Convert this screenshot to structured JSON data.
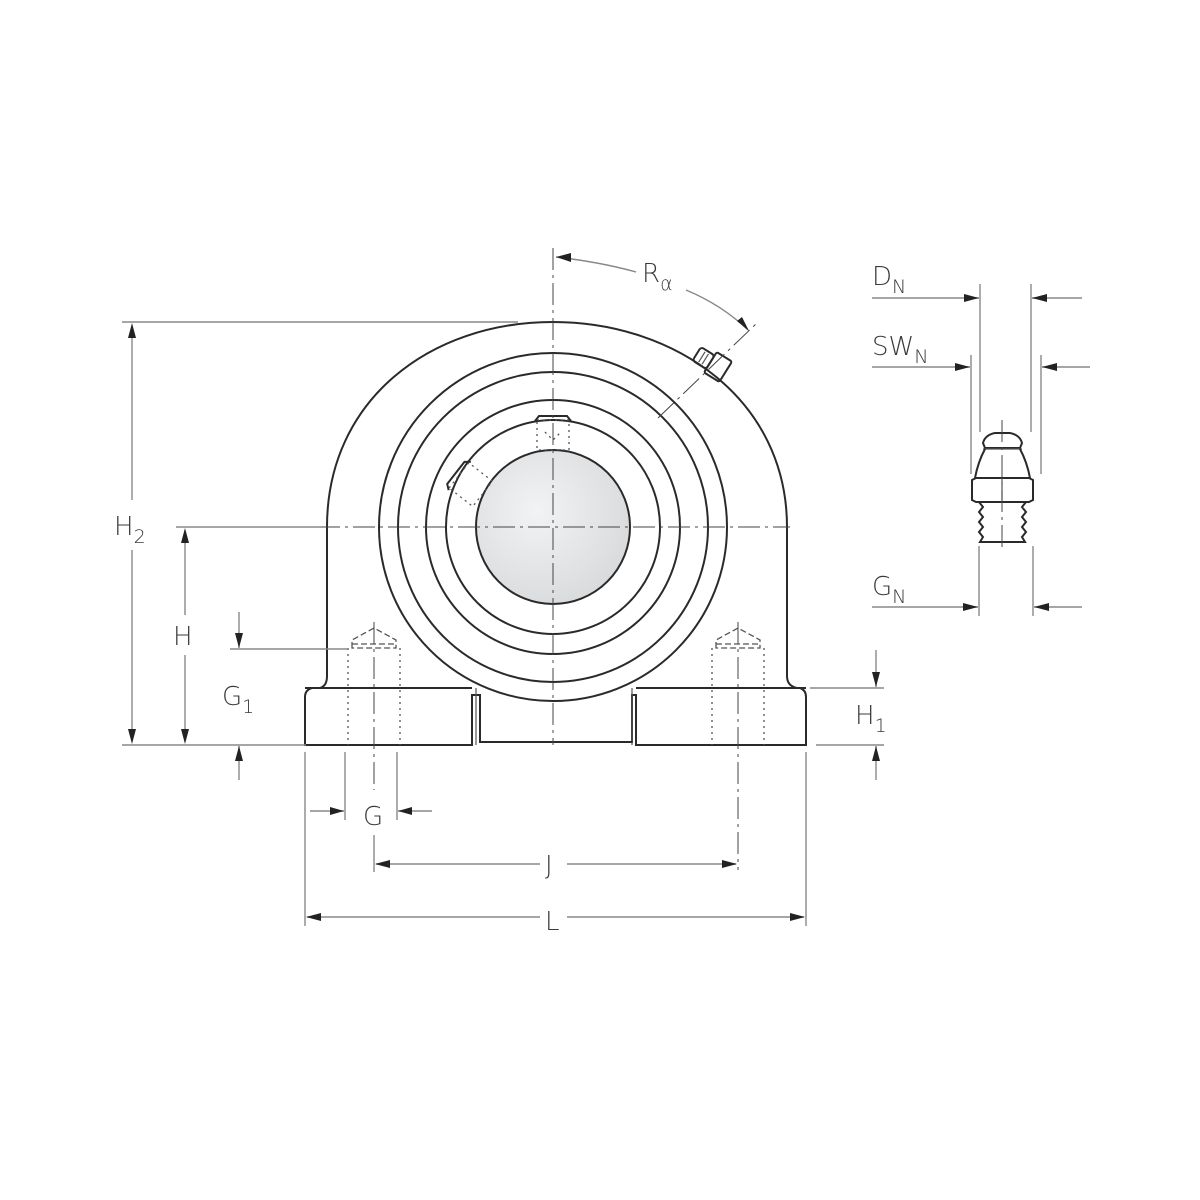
{
  "drawing": {
    "title": "Pillow block bearing unit – dimension drawing",
    "colors": {
      "outline": "#2a2a2a",
      "dimension": "#888888",
      "label": "#3a3a3a",
      "bore_fill": "#e2e4e6",
      "background": "#ffffff"
    },
    "labels": {
      "R_alpha": {
        "main": "R",
        "sub": "α"
      },
      "H2": {
        "main": "H",
        "sub": "2"
      },
      "H": {
        "main": "H"
      },
      "G1": {
        "main": "G",
        "sub": "1"
      },
      "H1": {
        "main": "H",
        "sub": "1"
      },
      "G": {
        "main": "G"
      },
      "J": {
        "main": "J"
      },
      "L": {
        "main": "L"
      },
      "DN": {
        "main": "D",
        "sub": "N"
      },
      "SWN": {
        "main": "SW",
        "sub": "N"
      },
      "GN": {
        "main": "G",
        "sub": "N"
      }
    },
    "views": [
      {
        "name": "housing-front-view",
        "parts": [
          "housing",
          "insert-bearing",
          "bore",
          "set-screws",
          "grease-nipple",
          "mounting-holes",
          "base-feet"
        ]
      },
      {
        "name": "grease-nipple-detail",
        "parts": [
          "head",
          "hex",
          "thread"
        ]
      }
    ]
  }
}
